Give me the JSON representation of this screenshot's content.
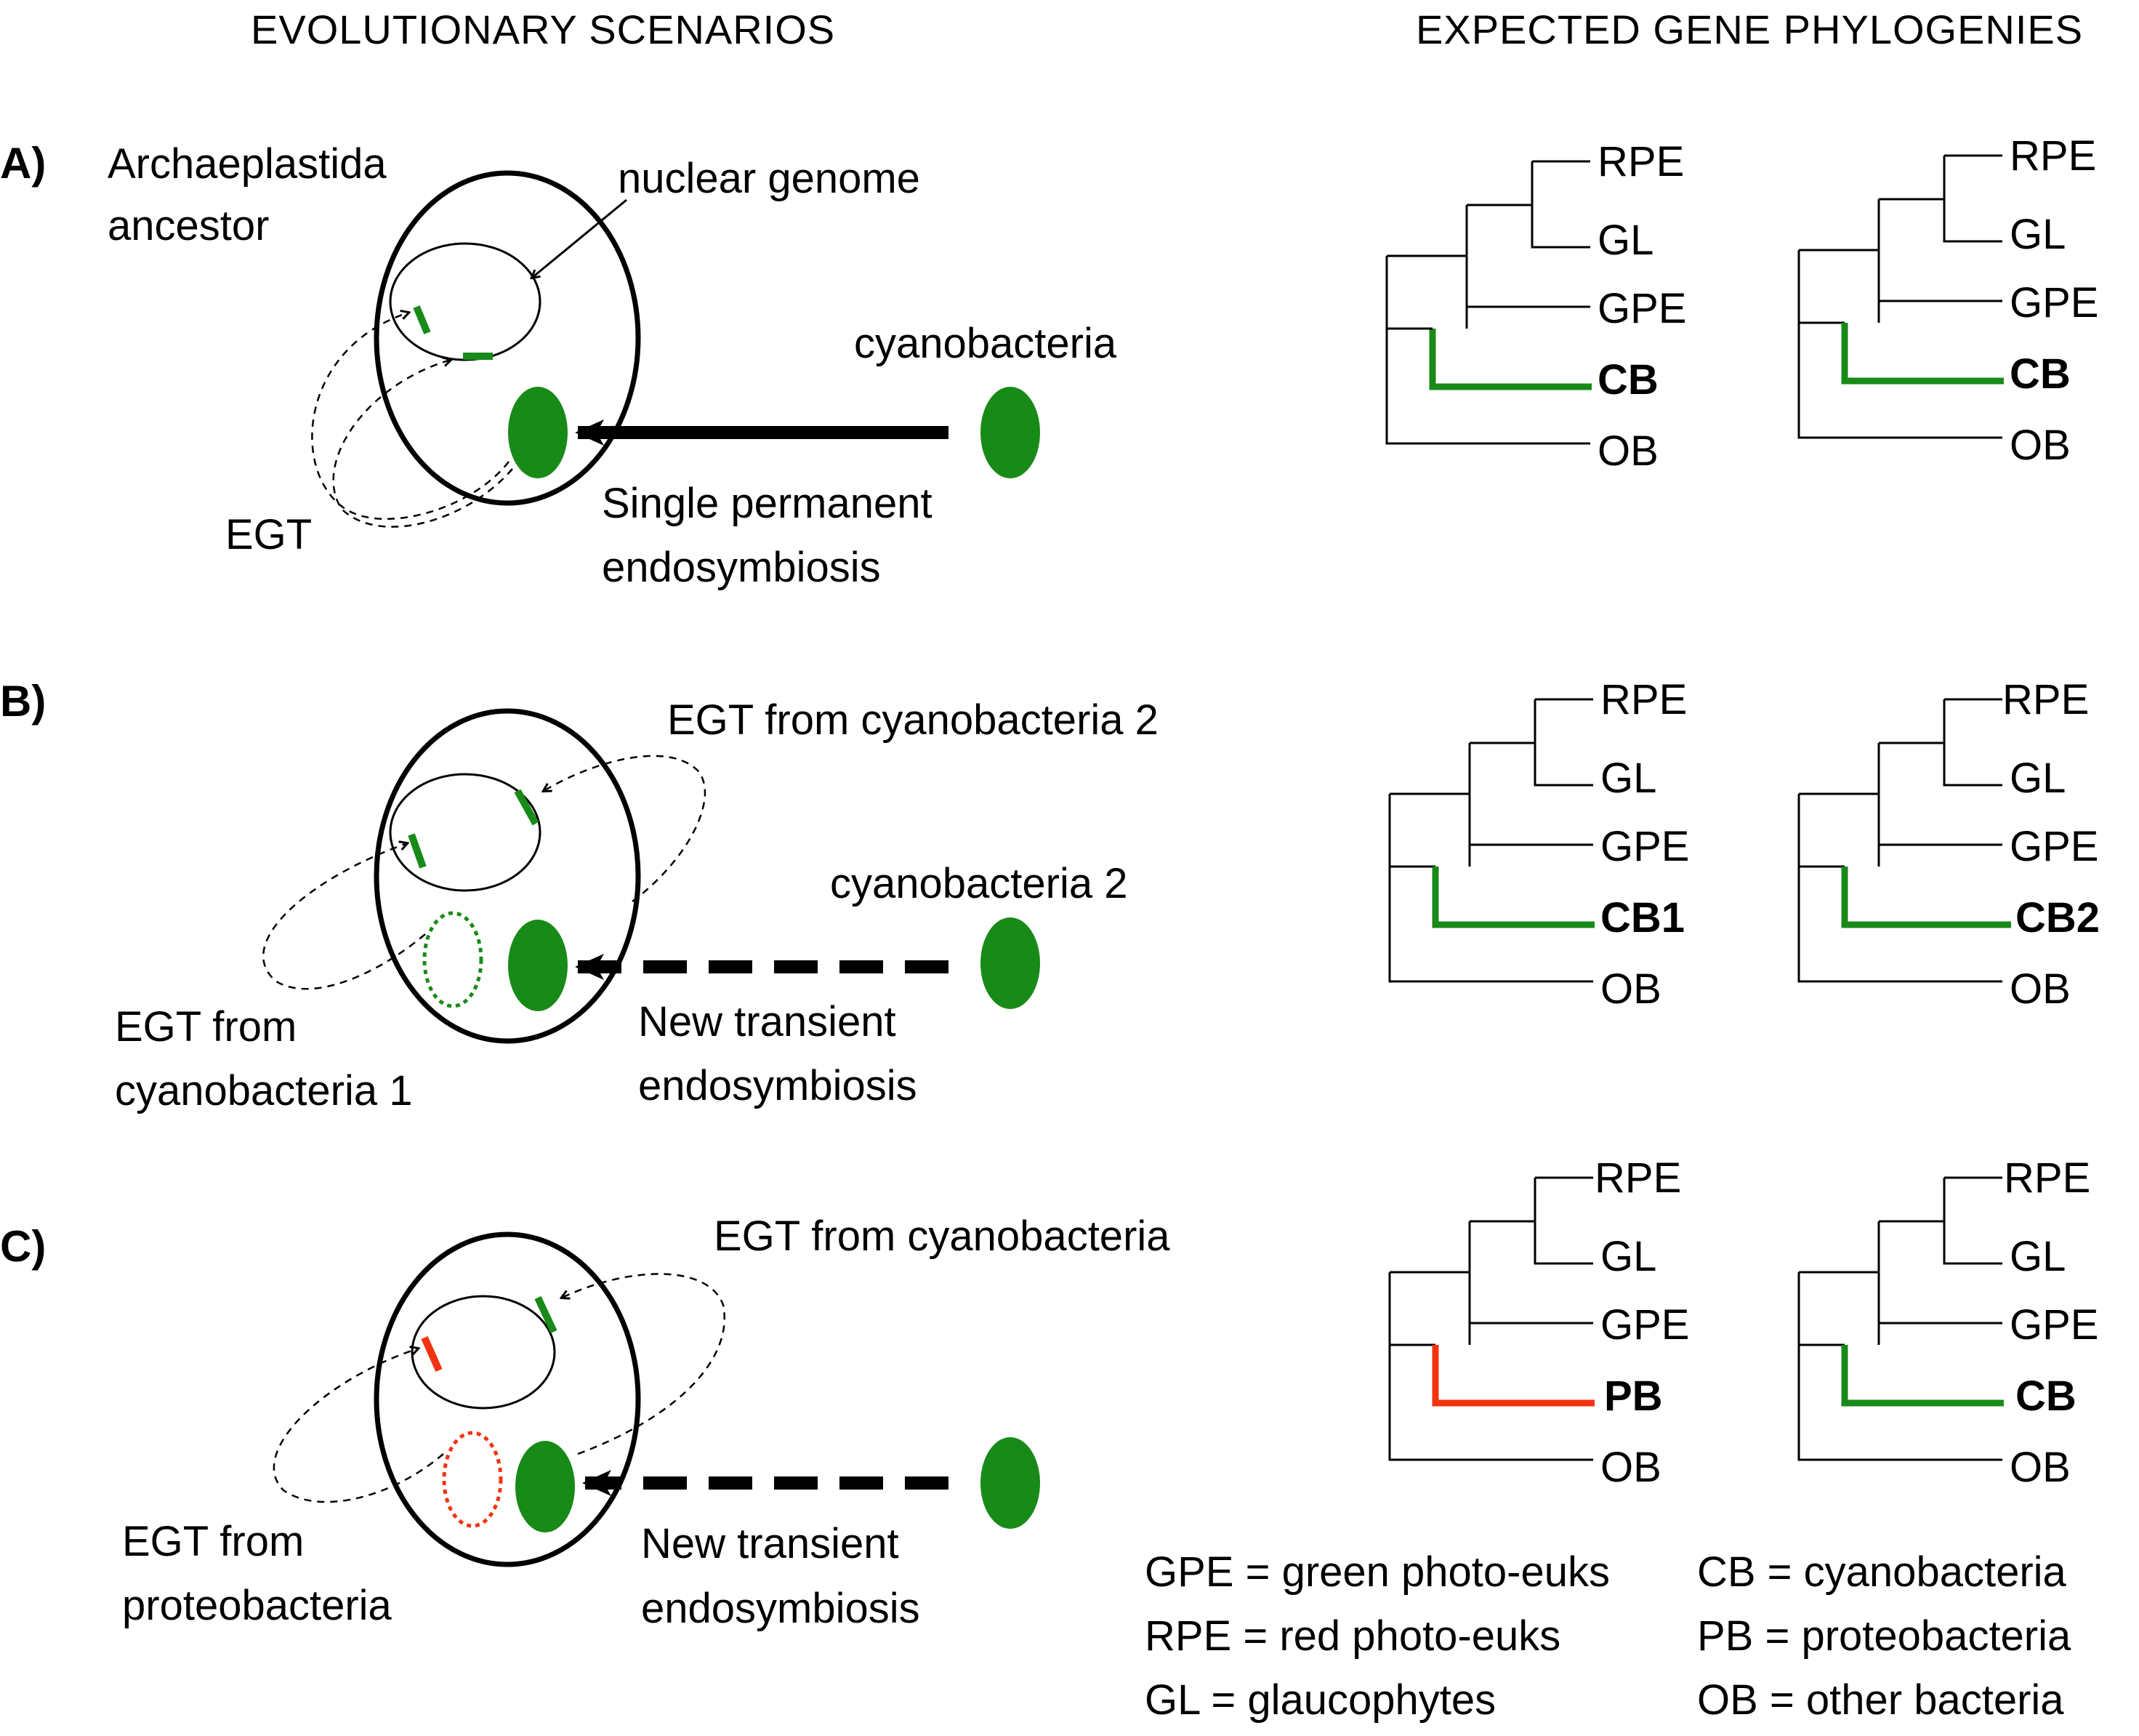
{
  "headers": {
    "left": "EVOLUTIONARY SCENARIOS",
    "right": "EXPECTED GENE PHYLOGENIES"
  },
  "colors": {
    "green": "#188a18",
    "red": "#f2330f",
    "black": "#000000"
  },
  "panels": {
    "a": {
      "letter": "A)",
      "ancestor_line1": "Archaeplastida",
      "ancestor_line2": "ancestor",
      "nuclear_genome": "nuclear genome",
      "egt": "EGT",
      "donor": "cyanobacteria",
      "event_line1": "Single permanent",
      "event_line2": "endosymbiosis"
    },
    "b": {
      "letter": "B)",
      "egt_top": "EGT from cyanobacteria 2",
      "donor": "cyanobacteria 2",
      "egt_bottom_line1": "EGT from",
      "egt_bottom_line2": "cyanobacteria 1",
      "event_line1": "New transient",
      "event_line2": "endosymbiosis"
    },
    "c": {
      "letter": "C)",
      "egt_top": "EGT from cyanobacteria",
      "egt_bottom_line1": "EGT from",
      "egt_bottom_line2": "proteobacteria",
      "event_line1": "New transient",
      "event_line2": "endosymbiosis"
    }
  },
  "trees": {
    "a1": {
      "tips": [
        "RPE",
        "GL",
        "GPE",
        "CB",
        "OB"
      ],
      "highlight": "green"
    },
    "a2": {
      "tips": [
        "RPE",
        "GL",
        "GPE",
        "CB",
        "OB"
      ],
      "highlight": "green"
    },
    "b1": {
      "tips": [
        "RPE",
        "GL",
        "GPE",
        "CB1",
        "OB"
      ],
      "highlight": "green"
    },
    "b2": {
      "tips": [
        "RPE",
        "GL",
        "GPE",
        "CB2",
        "OB"
      ],
      "highlight": "green"
    },
    "c1": {
      "tips": [
        "RPE",
        "GL",
        "GPE",
        "PB",
        "OB"
      ],
      "highlight": "red"
    },
    "c2": {
      "tips": [
        "RPE",
        "GL",
        "GPE",
        "CB",
        "OB"
      ],
      "highlight": "green"
    }
  },
  "legend": {
    "left": [
      "GPE = green photo-euks",
      "RPE = red photo-euks",
      "GL = glaucophytes"
    ],
    "right": [
      "CB = cyanobacteria",
      "PB = proteobacteria",
      "OB = other bacteria"
    ]
  }
}
